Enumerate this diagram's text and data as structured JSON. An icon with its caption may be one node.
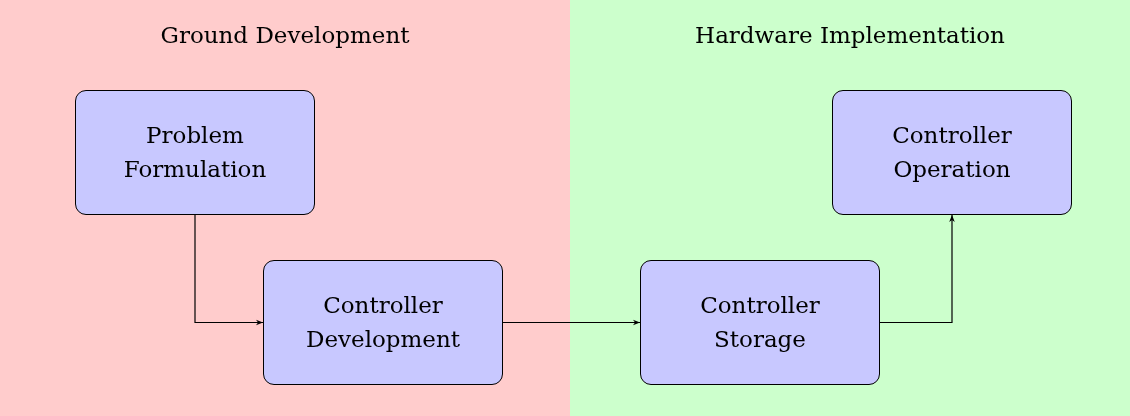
{
  "diagram": {
    "nodes": [
      {
        "text": [
          "Ground Development"
        ]
      },
      {
        "text": [
          "Hardware Implementation"
        ]
      },
      {
        "text": [
          "Problem Formulation"
        ],
        "in": 0
      },
      {
        "text": [
          "Controller Development"
        ],
        "in": 0
      },
      {
        "text": [
          "Controller Storage"
        ],
        "in": 1
      },
      {
        "text": [
          "Controller Operation"
        ],
        "in": 1
      }
    ],
    "edges": [
      {
        "from": 2,
        "to": 3,
        "arrow": "to"
      },
      {
        "from": 3,
        "to": 4,
        "arrow": "to"
      },
      {
        "from": 4,
        "to": 5,
        "arrow": "to"
      }
    ]
  }
}
